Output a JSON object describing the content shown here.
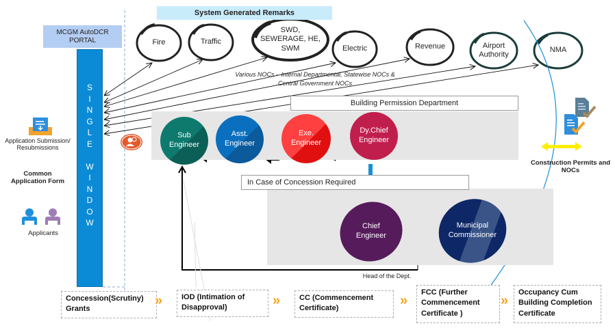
{
  "portal": {
    "title": "MCGM AutoDCR PORTAL"
  },
  "single_window": {
    "letters": [
      "S",
      "I",
      "N",
      "G",
      "L",
      "E",
      "",
      "W",
      "I",
      "N",
      "D",
      "O",
      "W"
    ]
  },
  "left_panel": {
    "submission_label": "Application Submission/ Resubmissions",
    "form_label": "Common Application Form",
    "applicants_label": "Applicants"
  },
  "remarks": {
    "header": "System Generated Remarks",
    "nocs": [
      {
        "label": "Fire"
      },
      {
        "label": "Traffic"
      },
      {
        "label": "SWD, SEWERAGE, HE, SWM"
      },
      {
        "label": "Electric"
      },
      {
        "label": "Revenue"
      },
      {
        "label": "Airport Authority"
      },
      {
        "label": "NMA"
      }
    ],
    "caption_line1": "Various NOCs – Internal Departmental, Statewise NOCs &",
    "caption_line2": "Central Government NOCs"
  },
  "bpd": {
    "title": "Building Permission Department",
    "engineers": [
      {
        "label": "Sub Engineer",
        "color": "#0e7a6e"
      },
      {
        "label": "Asst. Engineer",
        "color": "#0a6fbf"
      },
      {
        "label": "Exe. Engineer",
        "color": "#f52a2a"
      },
      {
        "label": "Dy.Chief Engineer",
        "color": "#c01f4e"
      }
    ]
  },
  "concession": {
    "title": "In  Case of Concession Required",
    "chief": {
      "label": "Chief Engineer",
      "color": "#561b5b"
    },
    "commissioner": {
      "label": "Municipal Commissioner",
      "color": "#0e2766"
    },
    "hod_label": "Head of the Dept."
  },
  "right_panel": {
    "label": "Construction Permits and NOCs"
  },
  "stages": [
    {
      "label": "Concession(Scrutiny) Grants"
    },
    {
      "label": "IOD (Intimation of Disapproval)"
    },
    {
      "label": "CC (Commencement Certificate)"
    },
    {
      "label": "FCC (Further Commencement Certificate )"
    },
    {
      "label": "Occupancy Cum Building Completion Certificate"
    }
  ],
  "chevron_glyph": "»",
  "colors": {
    "portal_bg": "#b4cdf3",
    "single_window": "#0b8bd6",
    "remarks_bg": "#c9ecfb",
    "chevron": "#f5a31a",
    "curve": "#1a8fd6",
    "yellow_arrow": "#ffee00"
  }
}
